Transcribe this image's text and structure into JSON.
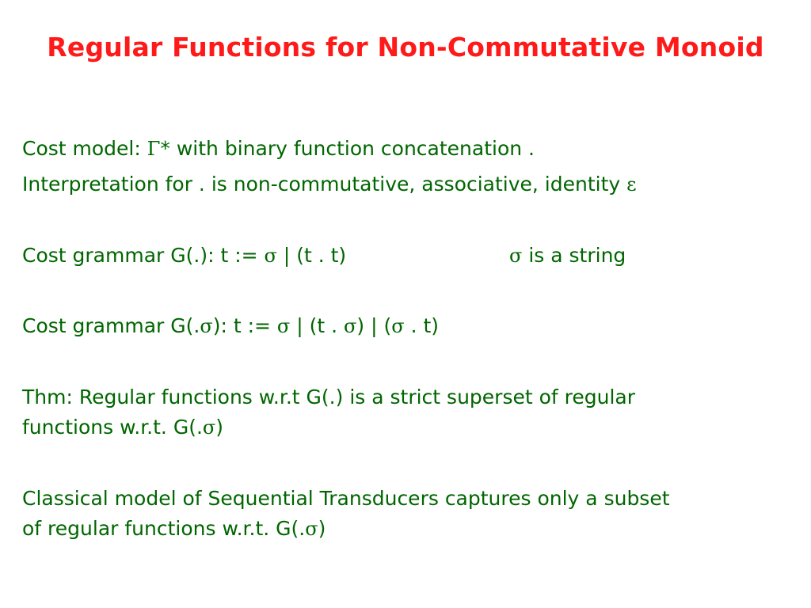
{
  "slide": {
    "title": "Regular Functions for Non-Commutative Monoid",
    "lines": {
      "cost_model_prefix": "Cost model: ",
      "cost_model_symbol": "Γ",
      "cost_model_suffix": "* with binary function concatenation .",
      "interpretation_text": "Interpretation for . is non-commutative, associative, identity ",
      "interpretation_symbol": "ε",
      "grammar1_prefix": "Cost grammar G(.): t := ",
      "grammar1_sigma": "σ",
      "grammar1_suffix": " | (t . t)",
      "grammar1_note_sigma": "σ",
      "grammar1_note_text": " is a string",
      "grammar2_a": "Cost grammar G(.",
      "grammar2_s1": "σ",
      "grammar2_b": "): t := ",
      "grammar2_s2": "σ",
      "grammar2_c": " | (t . ",
      "grammar2_s3": "σ",
      "grammar2_d": ") | (",
      "grammar2_s4": "σ",
      "grammar2_e": " . t)",
      "thm_line1": "Thm: Regular functions w.r.t G(.) is a strict superset of regular",
      "thm_line2_a": "functions w.r.t. G(.",
      "thm_line2_sigma": "σ",
      "thm_line2_b": ")",
      "classical_line1": "Classical model of Sequential Transducers captures only a subset",
      "classical_line2_a": "of regular functions w.r.t. G(.",
      "classical_line2_sigma": "σ",
      "classical_line2_b": ")"
    }
  },
  "colors": {
    "title": "#ff1a1a",
    "body_text": "#006600",
    "background": "#ffffff"
  }
}
